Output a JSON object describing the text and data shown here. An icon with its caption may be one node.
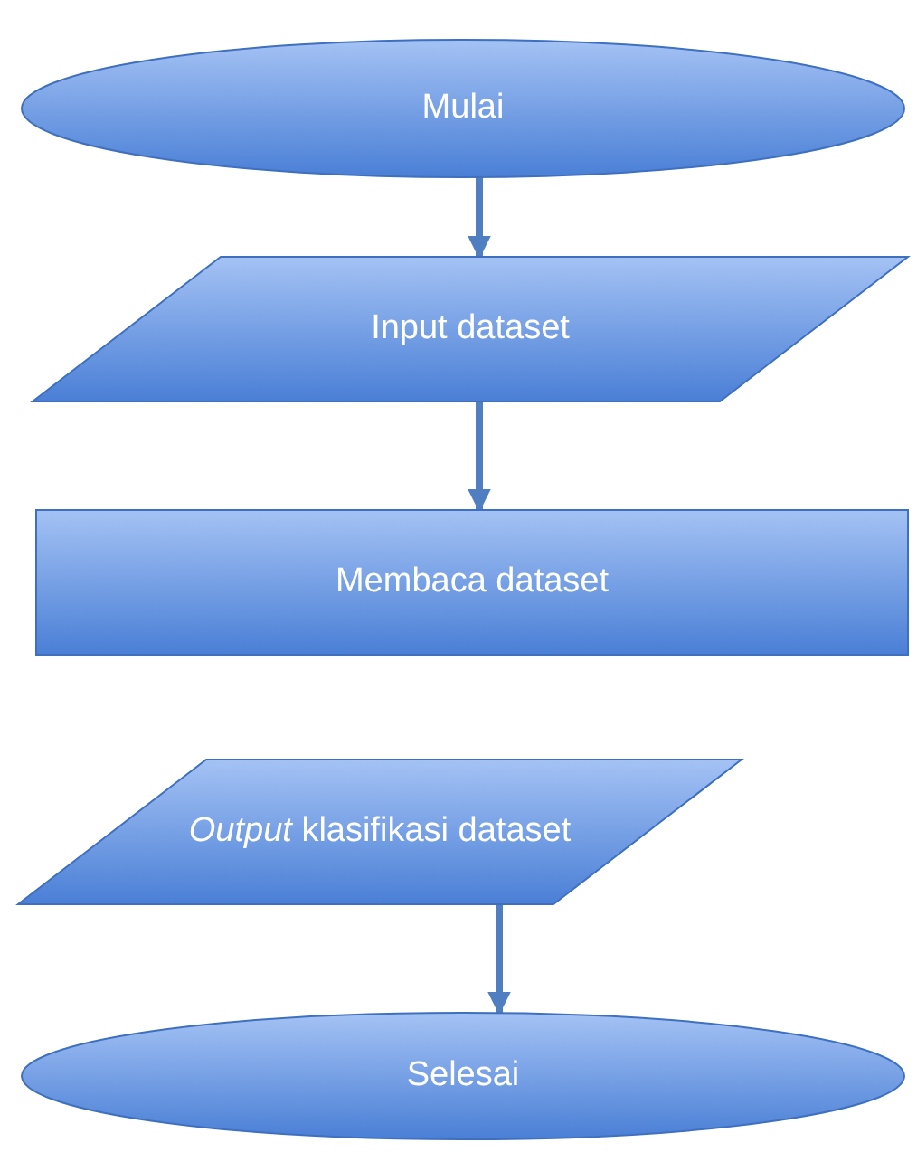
{
  "diagram": {
    "nodes": [
      {
        "text": [
          "Mulai"
        ]
      },
      {
        "text": [
          "Input dataset"
        ]
      },
      {
        "text": [
          "Membaca dataset"
        ]
      },
      {
        "text": [
          "*Output* klasifikasi dataset"
        ]
      },
      {
        "text": [
          "Selesai"
        ]
      }
    ],
    "edges": [
      {
        "from": 0,
        "to": 1,
        "arrow": "to"
      },
      {
        "from": 1,
        "to": 2,
        "arrow": "to"
      },
      {
        "from": 3,
        "to": 4,
        "arrow": "to"
      }
    ]
  }
}
